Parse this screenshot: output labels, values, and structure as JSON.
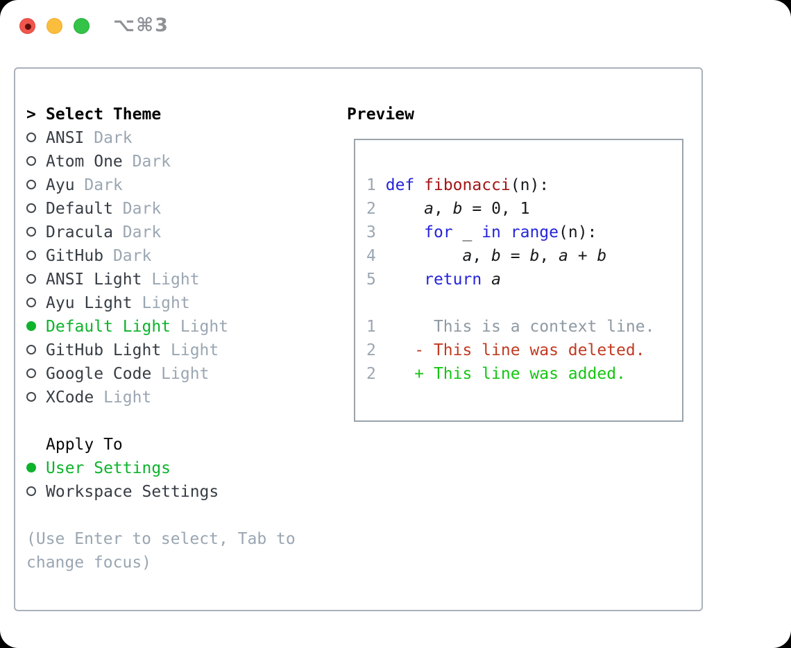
{
  "window": {
    "title": "⌥⌘3",
    "traffic_lights": [
      {
        "name": "close-button",
        "color": "#f0564d"
      },
      {
        "name": "minimize-button",
        "color": "#fbbd3d"
      },
      {
        "name": "zoom-button",
        "color": "#33c348"
      }
    ]
  },
  "theme_picker": {
    "prompt": ">",
    "heading": "Select Theme",
    "items": [
      {
        "name": "ANSI",
        "badge": "Dark",
        "selected": false
      },
      {
        "name": "Atom One",
        "badge": "Dark",
        "selected": false
      },
      {
        "name": "Ayu",
        "badge": "Dark",
        "selected": false
      },
      {
        "name": "Default",
        "badge": "Dark",
        "selected": false
      },
      {
        "name": "Dracula",
        "badge": "Dark",
        "selected": false
      },
      {
        "name": "GitHub",
        "badge": "Dark",
        "selected": false
      },
      {
        "name": "ANSI Light",
        "badge": "Light",
        "selected": false
      },
      {
        "name": "Ayu Light",
        "badge": "Light",
        "selected": false
      },
      {
        "name": "Default Light",
        "badge": "Light",
        "selected": true
      },
      {
        "name": "GitHub Light",
        "badge": "Light",
        "selected": false
      },
      {
        "name": "Google Code",
        "badge": "Light",
        "selected": false
      },
      {
        "name": "XCode",
        "badge": "Light",
        "selected": false
      }
    ],
    "apply_heading": "Apply To",
    "apply_options": [
      {
        "name": "User Settings",
        "selected": true
      },
      {
        "name": "Workspace Settings",
        "selected": false
      }
    ],
    "hint_lines": [
      "(Use Enter to select, Tab to",
      "change focus)"
    ]
  },
  "preview": {
    "heading": "Preview",
    "code_lines": [
      {
        "kind": "code",
        "segments": [
          [
            "ln",
            "1"
          ],
          [
            "pl",
            " "
          ],
          [
            "kw",
            "def"
          ],
          [
            "pl",
            " "
          ],
          [
            "fn",
            "fibonacci"
          ],
          [
            "pl",
            "(n):"
          ]
        ]
      },
      {
        "kind": "code",
        "segments": [
          [
            "ln",
            "2"
          ],
          [
            "pl",
            "     "
          ],
          [
            "va",
            "a"
          ],
          [
            "pl",
            ", "
          ],
          [
            "va",
            "b"
          ],
          [
            "pl",
            " = 0, 1"
          ]
        ]
      },
      {
        "kind": "code",
        "segments": [
          [
            "ln",
            "3"
          ],
          [
            "pl",
            "     "
          ],
          [
            "kw",
            "for"
          ],
          [
            "pl",
            " _ "
          ],
          [
            "kw",
            "in"
          ],
          [
            "pl",
            " "
          ],
          [
            "kw",
            "range"
          ],
          [
            "pl",
            "(n):"
          ]
        ]
      },
      {
        "kind": "code",
        "segments": [
          [
            "ln",
            "4"
          ],
          [
            "pl",
            "         "
          ],
          [
            "va",
            "a"
          ],
          [
            "pl",
            ", "
          ],
          [
            "va",
            "b"
          ],
          [
            "pl",
            " = "
          ],
          [
            "va",
            "b"
          ],
          [
            "pl",
            ", "
          ],
          [
            "va",
            "a"
          ],
          [
            "pl",
            " + "
          ],
          [
            "va",
            "b"
          ]
        ]
      },
      {
        "kind": "code",
        "segments": [
          [
            "ln",
            "5"
          ],
          [
            "pl",
            "     "
          ],
          [
            "kw",
            "return"
          ],
          [
            "pl",
            " "
          ],
          [
            "va",
            "a"
          ]
        ]
      },
      {
        "kind": "blank",
        "segments": []
      },
      {
        "kind": "diff-context",
        "segments": [
          [
            "ln",
            "1"
          ],
          [
            "ctx",
            "      This is a context line."
          ]
        ]
      },
      {
        "kind": "diff-deleted",
        "segments": [
          [
            "ln",
            "2"
          ],
          [
            "del",
            "    - This line was deleted."
          ]
        ]
      },
      {
        "kind": "diff-added",
        "segments": [
          [
            "ln",
            "2"
          ],
          [
            "add",
            "    + This line was added."
          ]
        ]
      }
    ]
  },
  "colors": {
    "selection_green": "#0db32b",
    "added_green": "#14c512",
    "deleted_red": "#c13a22",
    "keyword_blue": "#2424da",
    "function_red": "#a31515",
    "muted_gray": "#9aa6b2",
    "text_dark": "#373d44",
    "panel_border": "#a9b1ba",
    "preview_border": "#9aa3ac"
  }
}
